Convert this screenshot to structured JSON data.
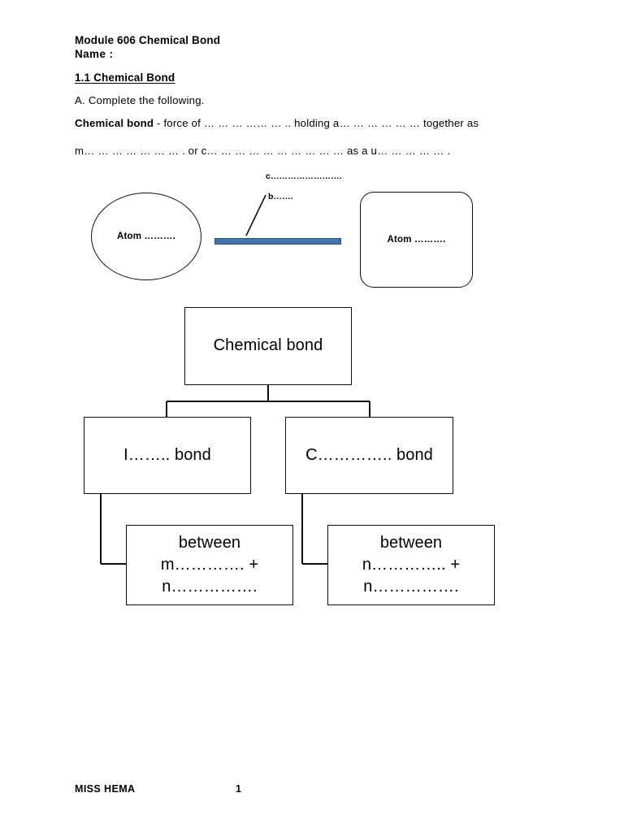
{
  "document": {
    "title_line": "Module 606 Chemical Bond",
    "name_line": "Name :",
    "section_heading": "1.1 Chemical Bond",
    "instruction": "A. Complete the following."
  },
  "definition": {
    "lead_label": "Chemical bond",
    "line1_rest": " - force of … … … …… … .. holding a… … … … … … together as",
    "line2": "m… … … … … … … . or c… … … … … … … … … …  as a u… … … … … ."
  },
  "atom_diagram": {
    "left_atom_label": "Atom ……….",
    "right_atom_label": "Atom ……….",
    "bond_label_c": "c…………………….",
    "bond_label_b": "b…….",
    "bond_color": "#4472A9",
    "bond_border_color": "#2E5584"
  },
  "flowchart": {
    "root": "Chemical bond",
    "branch_left": "I…….. bond",
    "branch_right": "C………….. bond",
    "leaf_left_line1": "between",
    "leaf_left_line2": "m…………. +",
    "leaf_left_line3": "n…………….",
    "leaf_right_line1": "between",
    "leaf_right_line2": "n………….. +",
    "leaf_right_line3": "n……………."
  },
  "footer": {
    "author": "MISS HEMA",
    "page_number": "1"
  }
}
